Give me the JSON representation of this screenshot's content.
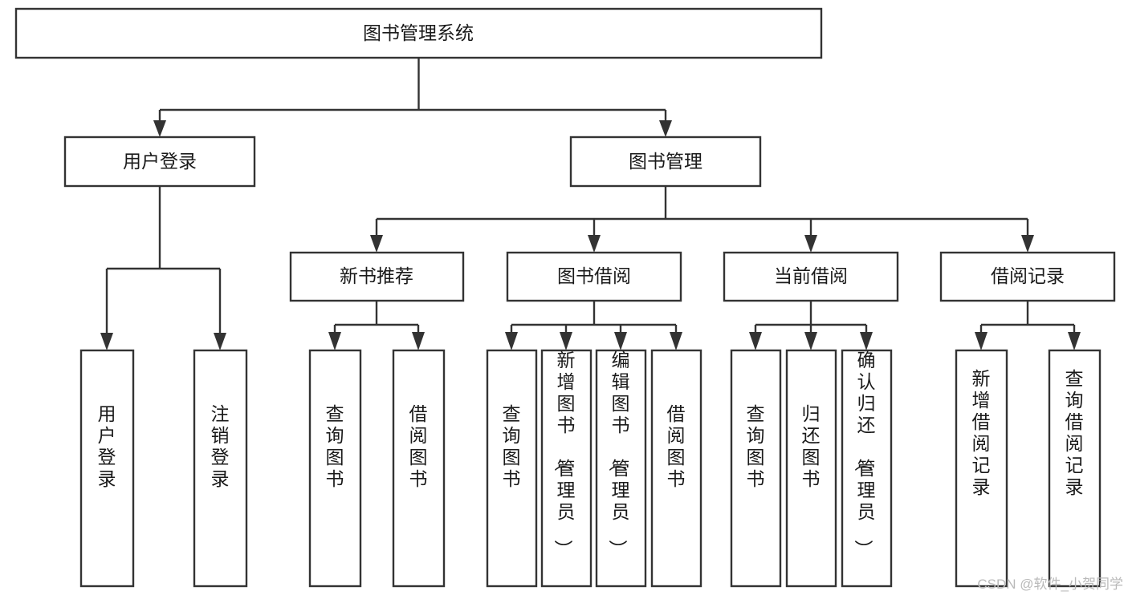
{
  "diagram": {
    "title": "图书管理系统",
    "type": "tree-hierarchy",
    "root": {
      "id": "root",
      "label": "图书管理系统",
      "orientation": "horizontal"
    },
    "level1": [
      {
        "id": "user-login",
        "label": "用户登录",
        "orientation": "horizontal"
      },
      {
        "id": "book-management",
        "label": "图书管理",
        "orientation": "horizontal"
      }
    ],
    "level2": [
      {
        "id": "new-book-recommend",
        "label": "新书推荐",
        "orientation": "horizontal",
        "parent": "book-management"
      },
      {
        "id": "book-borrow",
        "label": "图书借阅",
        "orientation": "horizontal",
        "parent": "book-management"
      },
      {
        "id": "current-borrow",
        "label": "当前借阅",
        "orientation": "horizontal",
        "parent": "book-management"
      },
      {
        "id": "borrow-record",
        "label": "借阅记录",
        "orientation": "horizontal",
        "parent": "book-management"
      }
    ],
    "leaves": [
      {
        "id": "leaf-user-login",
        "label": "用户登录",
        "orientation": "vertical",
        "parent": "user-login"
      },
      {
        "id": "leaf-logout-login",
        "label": "注销登录",
        "orientation": "vertical",
        "parent": "user-login"
      },
      {
        "id": "leaf-query-book-1",
        "label": "查询图书",
        "orientation": "vertical",
        "parent": "new-book-recommend"
      },
      {
        "id": "leaf-borrow-book-1",
        "label": "借阅图书",
        "orientation": "vertical",
        "parent": "new-book-recommend"
      },
      {
        "id": "leaf-query-book-2",
        "label": "查询图书",
        "orientation": "vertical",
        "parent": "book-borrow"
      },
      {
        "id": "leaf-add-book",
        "label": "新增图书（管理员）",
        "orientation": "vertical",
        "parent": "book-borrow"
      },
      {
        "id": "leaf-edit-book",
        "label": "编辑图书（管理员）",
        "orientation": "vertical",
        "parent": "book-borrow"
      },
      {
        "id": "leaf-borrow-book-2",
        "label": "借阅图书",
        "orientation": "vertical",
        "parent": "book-borrow"
      },
      {
        "id": "leaf-query-book-3",
        "label": "查询图书",
        "orientation": "vertical",
        "parent": "current-borrow"
      },
      {
        "id": "leaf-return-book",
        "label": "归还图书",
        "orientation": "vertical",
        "parent": "current-borrow"
      },
      {
        "id": "leaf-confirm-return",
        "label": "确认归还（管理员）",
        "orientation": "vertical",
        "parent": "current-borrow"
      },
      {
        "id": "leaf-add-record",
        "label": "新增借阅记录",
        "orientation": "vertical",
        "parent": "borrow-record"
      },
      {
        "id": "leaf-query-record",
        "label": "查询借阅记录",
        "orientation": "vertical",
        "parent": "borrow-record"
      }
    ],
    "colors": {
      "stroke": "#333333",
      "box_fill": "#ffffff",
      "text": "#1a1a1a",
      "background": "#ffffff",
      "watermark": "#b9b9b9"
    }
  },
  "watermark": {
    "text": "CSDN @软件_小贺同学"
  }
}
